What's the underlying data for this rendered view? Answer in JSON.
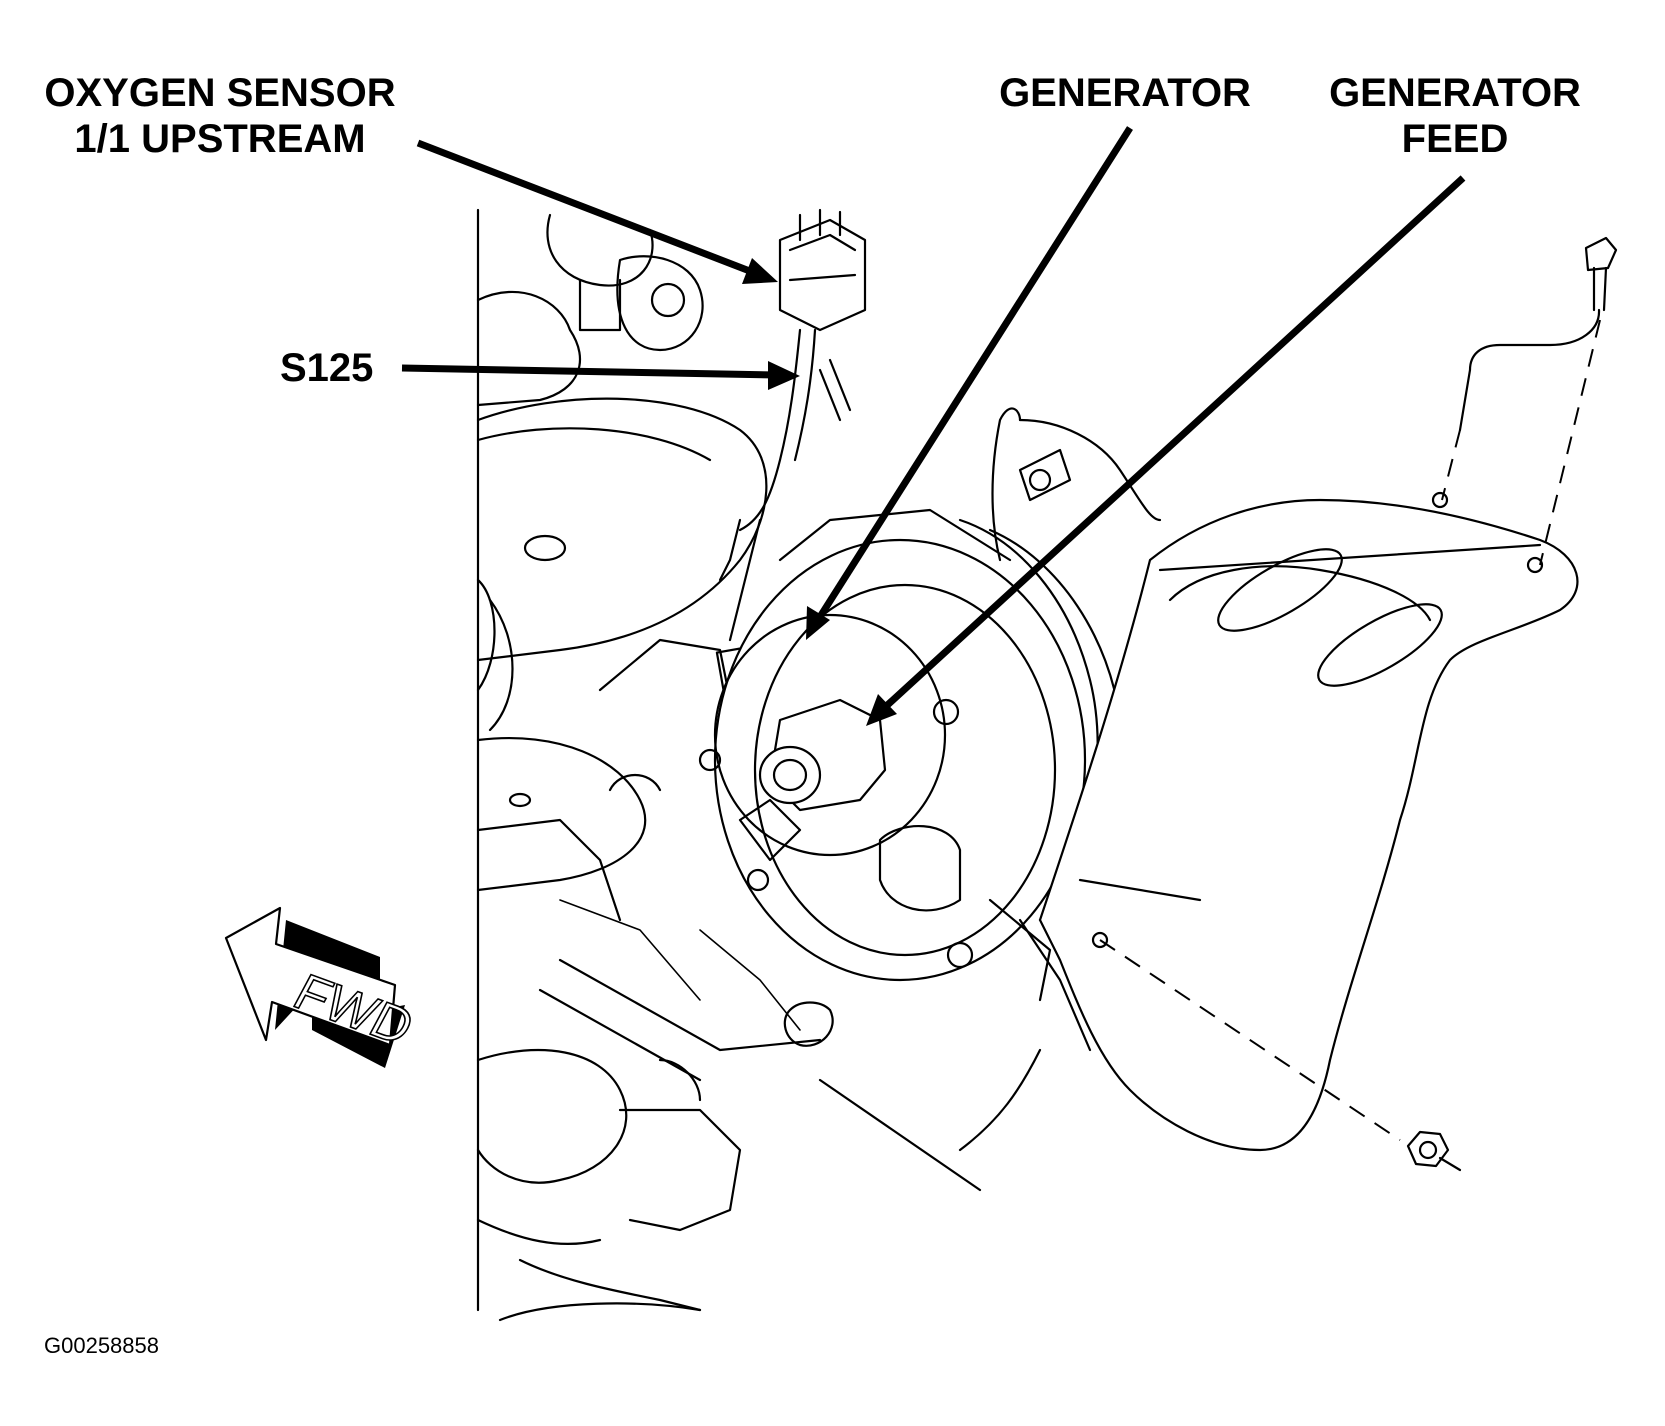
{
  "labels": {
    "oxygen_sensor_line1": "OXYGEN SENSOR",
    "oxygen_sensor_line2": "1/1 UPSTREAM",
    "s125": "S125",
    "generator": "GENERATOR",
    "generator_feed_line1": "GENERATOR",
    "generator_feed_line2": "FEED",
    "fwd": "FWD"
  },
  "figure_id": "G00258858",
  "colors": {
    "ink": "#000000",
    "background": "#ffffff"
  }
}
